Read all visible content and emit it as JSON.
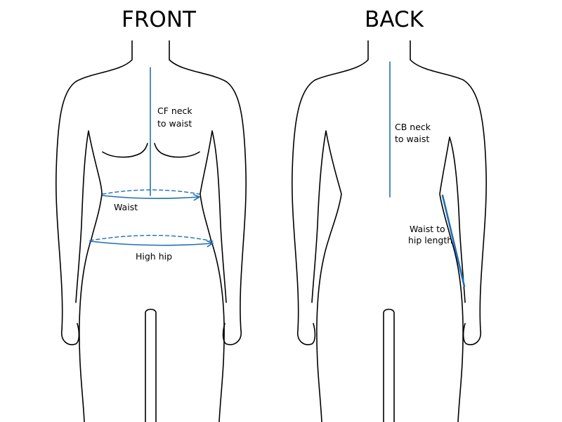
{
  "colors": {
    "measure": "#1f6fb5",
    "outline": "#000000",
    "background": "#ffffff"
  },
  "front": {
    "title": "FRONT",
    "labels": {
      "cf_neck_line1": "CF neck",
      "cf_neck_line2": "to waist",
      "waist": "Waist",
      "high_hip": "High hip"
    }
  },
  "back": {
    "title": "BACK",
    "labels": {
      "cb_neck_line1": "CB neck",
      "cb_neck_line2": "to waist",
      "waist_hip_line1": "Waist to",
      "waist_hip_line2": "hip length"
    }
  }
}
